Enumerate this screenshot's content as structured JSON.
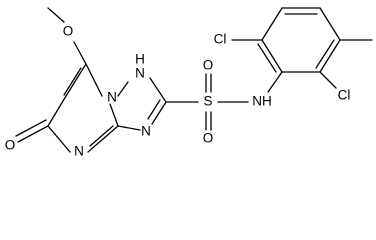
{
  "molecule": {
    "atoms": {
      "methoxy_methyl": "",
      "methoxy_o": "O",
      "ring_nh": "H",
      "ring_n1": "N",
      "ring_n_bottom": "N",
      "ring_n_pyrimidine": "N",
      "carbonyl_o": "O",
      "sulfur": "S",
      "sulfonyl_o_left": "O",
      "sulfonyl_o_right": "O",
      "amide_n": "NH",
      "chloro_top": "Cl",
      "chloro_bottom": "Cl",
      "methyl": ""
    },
    "labels": {
      "o_methoxy": "O",
      "nh_triazole": "N",
      "h_triazole": "H",
      "n_bridge": "N",
      "n_triazole_bottom": "N",
      "n_pyrimidine": "N",
      "o_carbonyl": "O",
      "s_sulfonyl": "S",
      "o_sulfonyl_left": "O",
      "o_sulfonyl_right": "O",
      "nh_amide": "NH",
      "cl_top": "Cl",
      "cl_bottom": "Cl"
    }
  }
}
